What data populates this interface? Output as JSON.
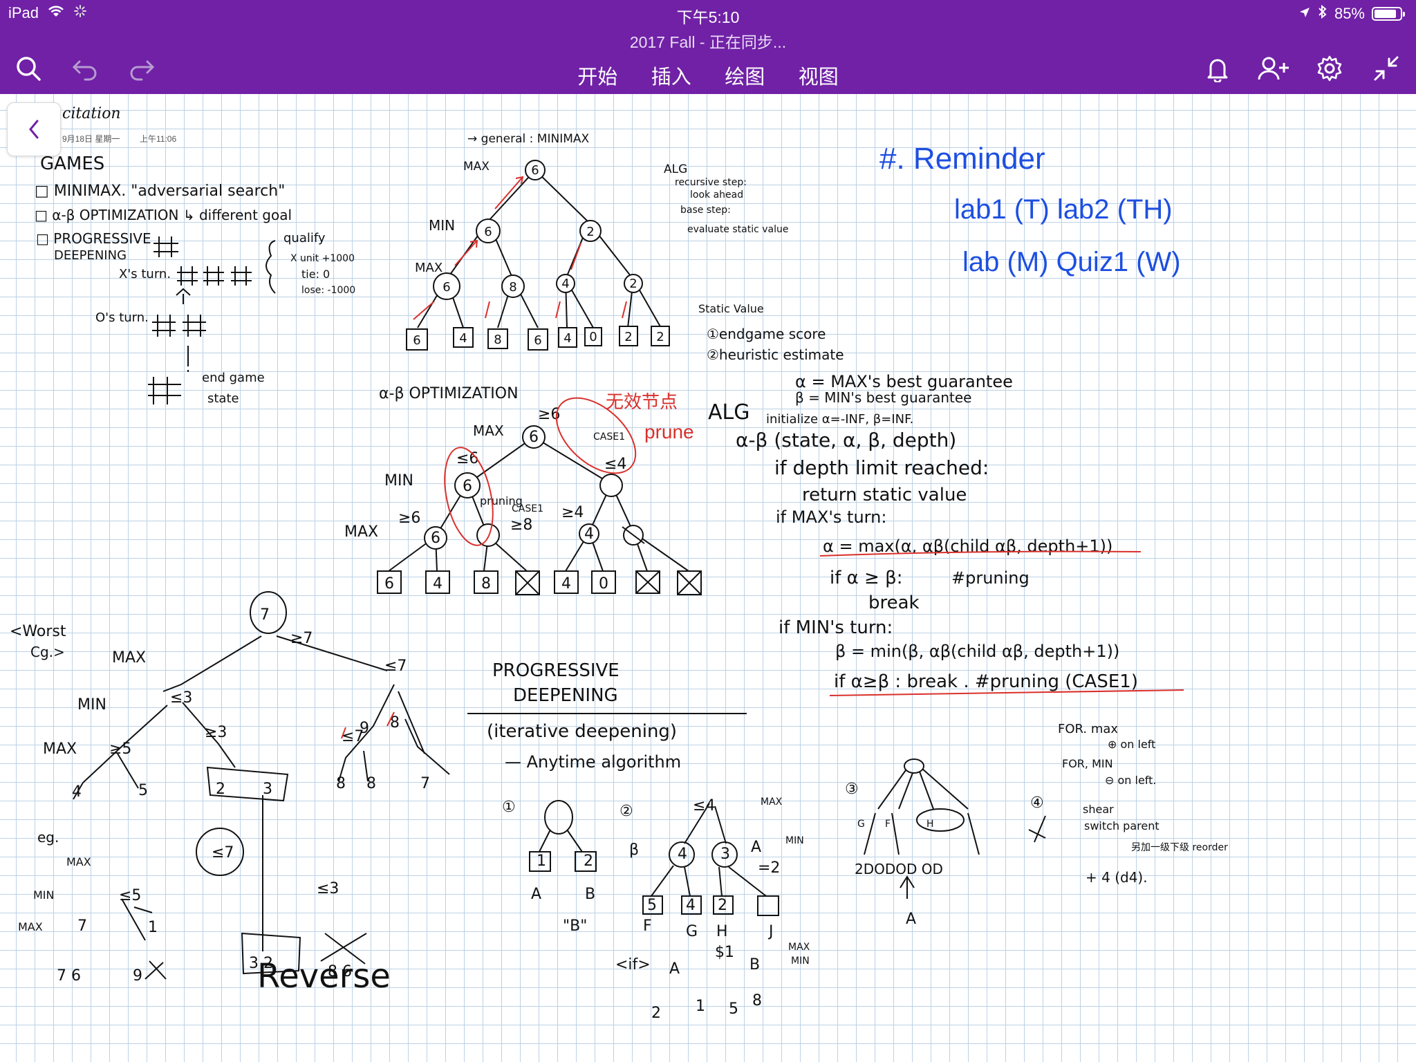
{
  "status_bar": {
    "device": "iPad",
    "time": "下午5:10",
    "battery": "85%"
  },
  "document_title": "2017 Fall - 正在同步...",
  "toolbar": {
    "tabs": [
      "开始",
      "插入",
      "绘图",
      "视图"
    ],
    "icons": [
      "search-icon",
      "undo-icon",
      "redo-icon",
      "bell-icon",
      "add-person-icon",
      "gear-icon",
      "collapse-icon"
    ]
  },
  "page": {
    "title": "citation",
    "date": "9月18日 星期一",
    "time": "上午11:06"
  },
  "notes": {
    "games": "GAMES",
    "minimax": "□ MINIMAX.  \"adversarial search\"",
    "ab_opt": "□ α-β OPTIMIZATION ↳ different goal",
    "prog_deep1": "□ PROGRESSIVE",
    "prog_deep2": "DEEPENING",
    "x_turn": "X's turn.",
    "o_turn": "O's turn.",
    "end_game1": "end game",
    "end_game2": "state",
    "qualify": "qualify",
    "win": "X unit +1000",
    "tie": "tie: 0",
    "lose": "lose: -1000",
    "general": "→ general : MINIMAX",
    "max": "MAX",
    "min": "MIN",
    "alg": "ALG",
    "recursive": "recursive step:",
    "look_ahead": "look ahead",
    "base_step": "base step:",
    "eval_static": "evaluate static value",
    "static_value": "Static Value",
    "endgame_score": "①endgame score",
    "heuristic": "②heuristic estimate",
    "reminder_title": "#. Reminder",
    "reminder_1": "lab1 (T)  lab2 (TH)",
    "reminder_2": "lab (M)   Quiz1 (W)",
    "ab_title": "α-β OPTIMIZATION",
    "no_use_node": "无效节点",
    "prune": "prune",
    "case1": "CASE1",
    "pruning": "pruning",
    "alpha_def": "α = MAX's  best guarantee",
    "beta_def": "β = MIN's  best guarantee",
    "init": "initialize  α=-INF, β=INF.",
    "ab_sig": "α-β (state, α, β, depth)",
    "if_depth": "if depth limit reached:",
    "ret_static": "return static value",
    "if_max": "if MAX's turn:",
    "alpha_upd": "α = max(α, αβ(child αβ, depth+1))",
    "if_ab1": "if α ≥ β:",
    "prune_cmt": "#pruning",
    "break": "break",
    "if_min": "if MIN's turn:",
    "beta_upd": "β = min(β, αβ(child αβ, depth+1))",
    "if_ab2": "if α≥β : break . #pruning (CASE1)",
    "worst": "<Worst",
    "case_eg": "Cg.>",
    "prog_title1": "PROGRESSIVE",
    "prog_title2": "DEEPENING",
    "iterative": "(iterative deepening)",
    "anytime": "— Anytime algorithm",
    "for_max": "FOR. max",
    "on_left1": "⊕ on left",
    "for_min": "FOR, MIN",
    "on_left2": "⊖ on left.",
    "shear": "shear",
    "switch": "switch parent",
    "reorder": "另加一级下级 reorder",
    "reverse": "Reverse",
    "eg": "eg.",
    "leaf_vals": [
      "6",
      "4",
      "8",
      "6",
      "4",
      "0",
      "2",
      "2"
    ]
  }
}
